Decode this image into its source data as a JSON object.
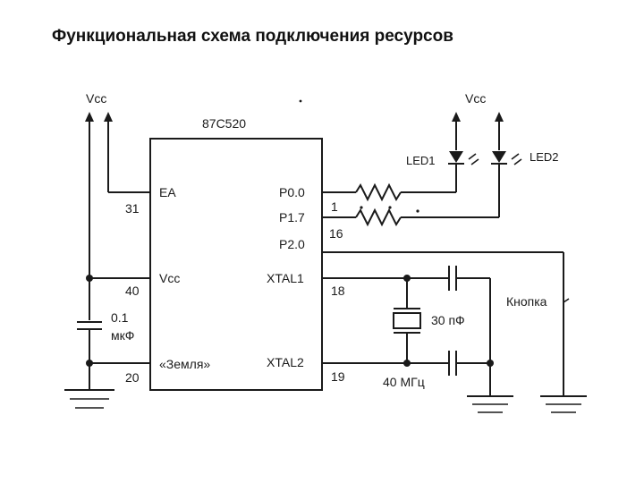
{
  "title": "Функциональная схема подключения ресурсов",
  "chip": {
    "name": "87C520",
    "pins": {
      "ea": "EA",
      "p00": "P0.0",
      "p17": "P1.7",
      "p20": "P2.0",
      "vcc": "Vcc",
      "xtal1": "XTAL1",
      "xtal2": "XTAL2",
      "gnd": "«Земля»"
    },
    "pin_numbers": {
      "ea": "31",
      "vcc": "40",
      "gnd": "20",
      "p00": "1",
      "p17": "16",
      "xtal1": "18",
      "xtal2": "19"
    }
  },
  "labels": {
    "vcc_left": "Vcc",
    "vcc_right": "Vcc",
    "led1": "LED1",
    "led2": "LED2",
    "cap_value": "0.1",
    "cap_unit": "мкФ",
    "crystal_cap": "30 пФ",
    "crystal_freq": "40 МГц",
    "button": "Кнопка"
  }
}
